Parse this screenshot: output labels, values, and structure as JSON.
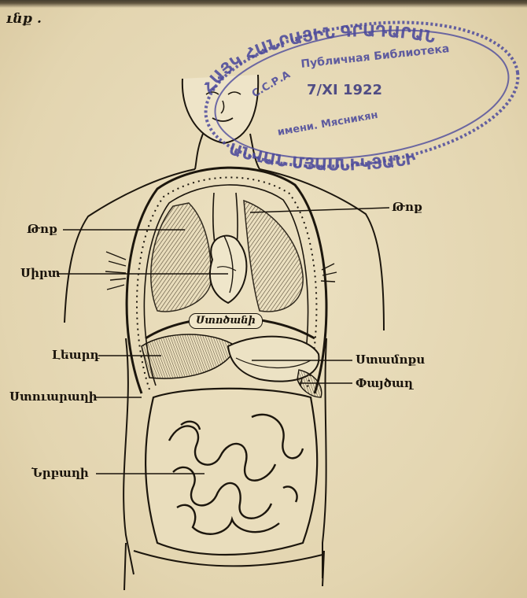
{
  "header_fragment": "ւնք ․",
  "figure": {
    "labels": {
      "lung_left": "Թոք",
      "lung_right": "Թոք",
      "heart": "Սիրտ",
      "diaphragm": "Ստոծանի",
      "liver": "Լեարդ",
      "stomach": "Ստամոքս",
      "spleen": "Փայծաղ",
      "large_intestine": "Ստուարաղի",
      "small_intestine": "Նրբաղի"
    }
  },
  "stamp": {
    "arc_top": "ՀԱՅԿ ՀԱՆՐԱՅԻՆ ԳՐԱԴԱՐԱՆ",
    "line_ussr": "С.С.Р.А",
    "line_library": "Публичная Библиотека",
    "date": "7/XI  1922",
    "line_name": "имени. Мясникян",
    "arc_bottom": "ԱՆՎԱՆ ՄՅԱՍՆԻԿՅԱՆԻ"
  },
  "colors": {
    "paper": "#e6d9b6",
    "ink": "#1a140c",
    "stamp_ink": "#4c4a9c"
  }
}
